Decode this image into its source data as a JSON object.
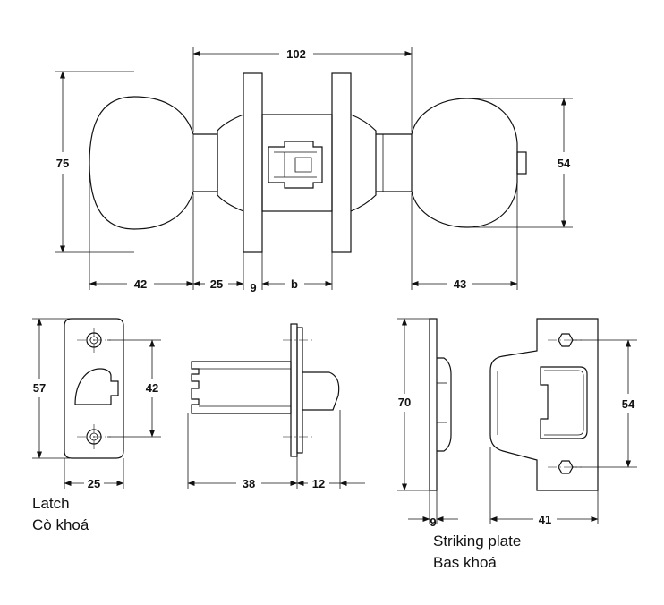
{
  "dimensions": {
    "overall_width": "102",
    "knob_height": "75",
    "knob_left_width": "42",
    "rose_offset": "25",
    "rose_thickness": "9",
    "door_thickness": "b",
    "knob_right_width": "43",
    "knob_right_height": "54",
    "latch_height": "57",
    "latch_hole_spacing": "42",
    "latch_width": "25",
    "latch_backset": "38",
    "latch_bolt_throw": "12",
    "strike_height": "70",
    "strike_depth": "9",
    "strike_width": "41",
    "strike_hole_spacing": "54"
  },
  "captions": {
    "latch_en": "Latch",
    "latch_vi": "Cò khoá",
    "strike_en": "Striking plate",
    "strike_vi": "Bas khoá"
  },
  "colors": {
    "line": "#111111",
    "background": "#ffffff"
  }
}
